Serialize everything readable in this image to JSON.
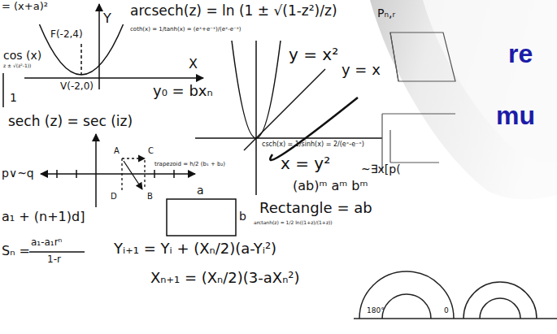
{
  "diagram": {
    "labels": [
      "= (x+a)²",
      "F(-2,4)",
      "Y",
      "arcsech(z) = ln (1 ± √(1-z²)/z)",
      "Pₙ,ᵣ",
      "coth(x) = 1/tanh(x) = (eˣ+e⁻ˣ)/(eˣ-e⁻ˣ)",
      "cos (x)",
      "z ± √(z²-1))",
      "y = x²",
      "y = x",
      "X",
      "V(-2,0)",
      "y₀ = bxₙ",
      "1",
      "sech (z) = sec (iz)",
      "A",
      "C",
      "D",
      "B",
      "trapezoid = h/2 (b₁ + b₂)",
      "csch(x) = 1/sinh(x) = 2/(eˣ-e⁻ˣ)",
      "x = y²",
      "~∃x[p(",
      "p∨~q",
      "(ab)ᵐ aᵐ bᵐ",
      "a",
      "b",
      "Rectangle = ab",
      "arctanh(z) = 1/2 ln((1+z)/(1+z))",
      "a₁ + (n+1)d]",
      "Sₙ =",
      "a₁-a₁rⁿ",
      "1-r",
      "Yᵢ₊₁ = Yᵢ + (Xₙ/2)(a-Yᵢ²)",
      "Xₙ₊₁ = (Xₙ/2)(3-aXₙ²)",
      "180°",
      "0",
      "re",
      "mu"
    ]
  }
}
